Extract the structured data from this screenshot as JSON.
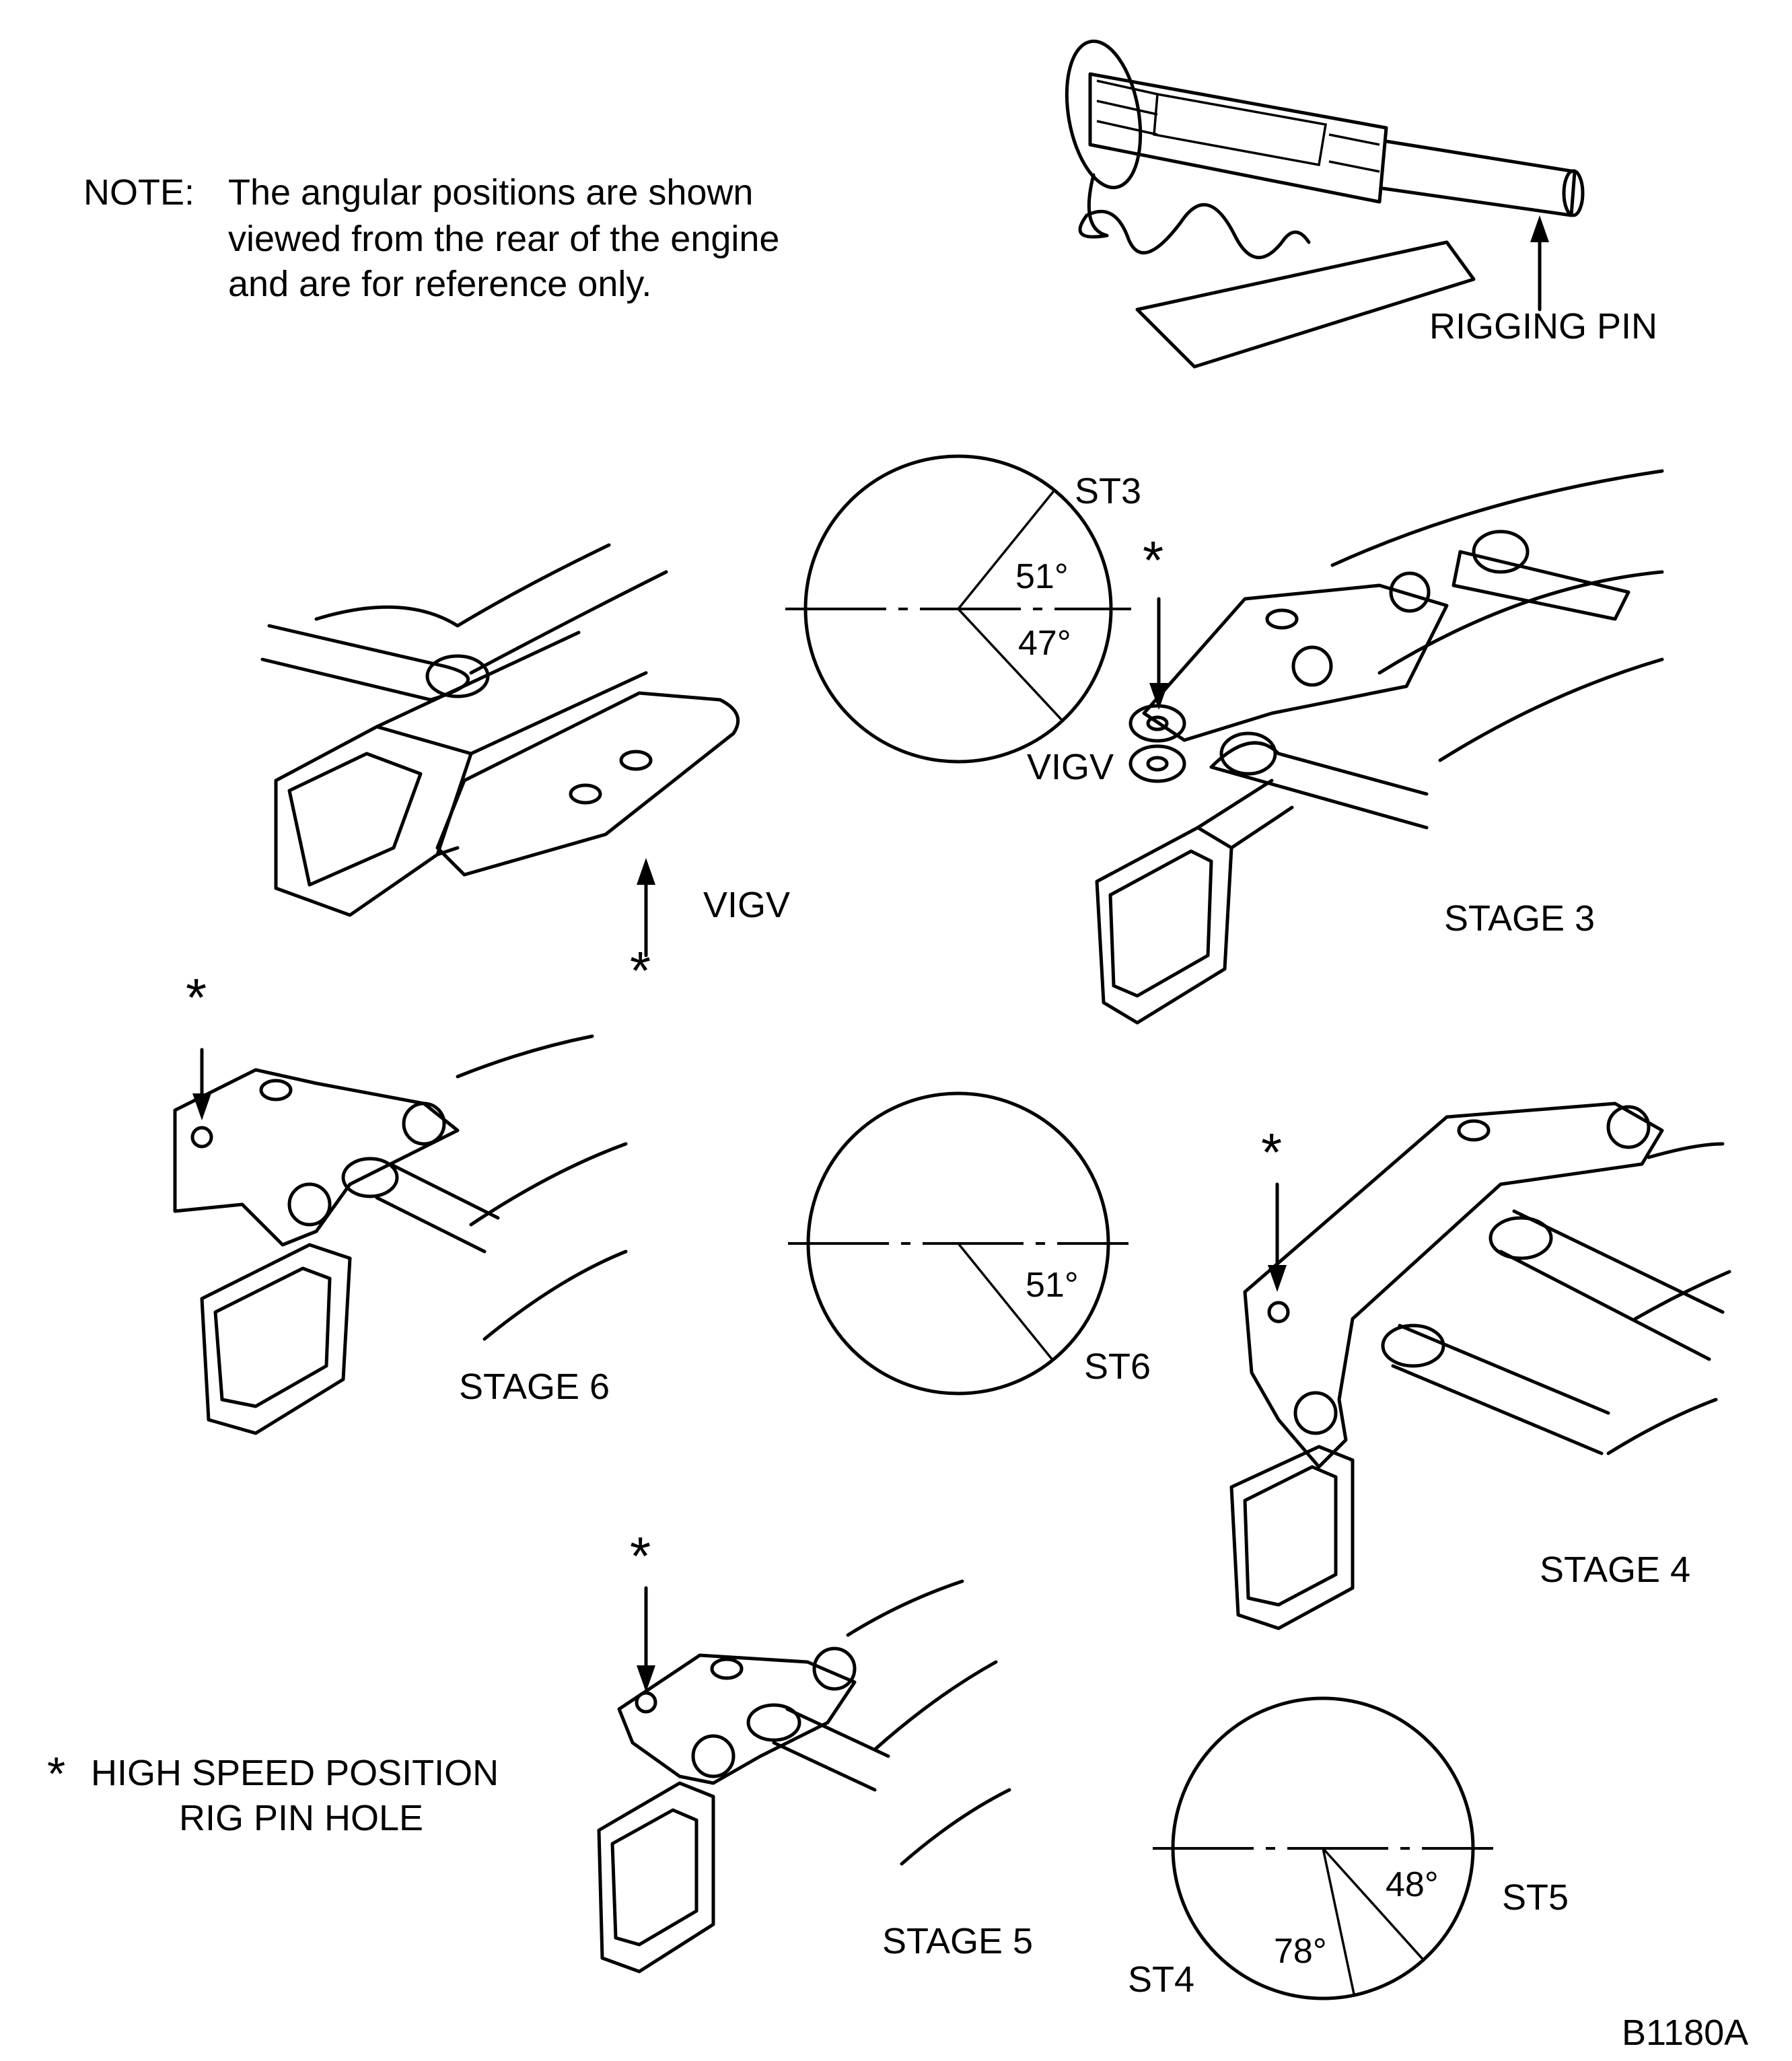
{
  "note": {
    "label": "NOTE:",
    "lines": [
      "The angular positions are shown",
      "viewed from the rear of the engine",
      "and are for reference only."
    ]
  },
  "rigging_pin_label": "RIGGING PIN",
  "labels": {
    "vigv_left": "VIGV",
    "vigv_st3": "VIGV",
    "stage3": "STAGE 3",
    "stage6": "STAGE 6",
    "stage4": "STAGE 4",
    "stage5": "STAGE 5",
    "asterisk": "*"
  },
  "legend": {
    "symbol": "*",
    "line1": "HIGH SPEED POSITION",
    "line2": "RIG PIN HOLE"
  },
  "figure_id": "B1180A",
  "angle_diagrams": [
    {
      "id": "st3",
      "stage_label": "ST3",
      "angles": [
        {
          "label": "51°",
          "deg": 51,
          "dir": "up"
        },
        {
          "label": "47°",
          "deg": 47,
          "dir": "down"
        }
      ]
    },
    {
      "id": "st6",
      "stage_label": "ST6",
      "angles": [
        {
          "label": "51°",
          "deg": 51,
          "dir": "down"
        }
      ]
    },
    {
      "id": "st45",
      "stage_labels": [
        "ST5",
        "ST4"
      ],
      "angles": [
        {
          "label": "48°",
          "deg": 48,
          "dir": "down"
        },
        {
          "label": "78°",
          "deg": 78,
          "dir": "down"
        }
      ]
    }
  ]
}
